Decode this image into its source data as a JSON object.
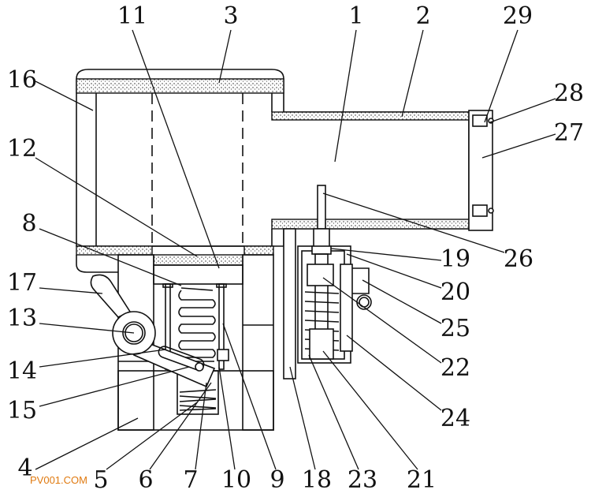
{
  "labels": [
    "1",
    "2",
    "3",
    "11",
    "29",
    "16",
    "28",
    "27",
    "12",
    "8",
    "26",
    "19",
    "20",
    "17",
    "13",
    "25",
    "22",
    "14",
    "15",
    "24",
    "4",
    "5",
    "6",
    "7",
    "10",
    "9",
    "18",
    "23",
    "21"
  ],
  "watermark": "PV001.COM",
  "colors": {
    "line": "#111111",
    "watermark": "#e07a10"
  }
}
